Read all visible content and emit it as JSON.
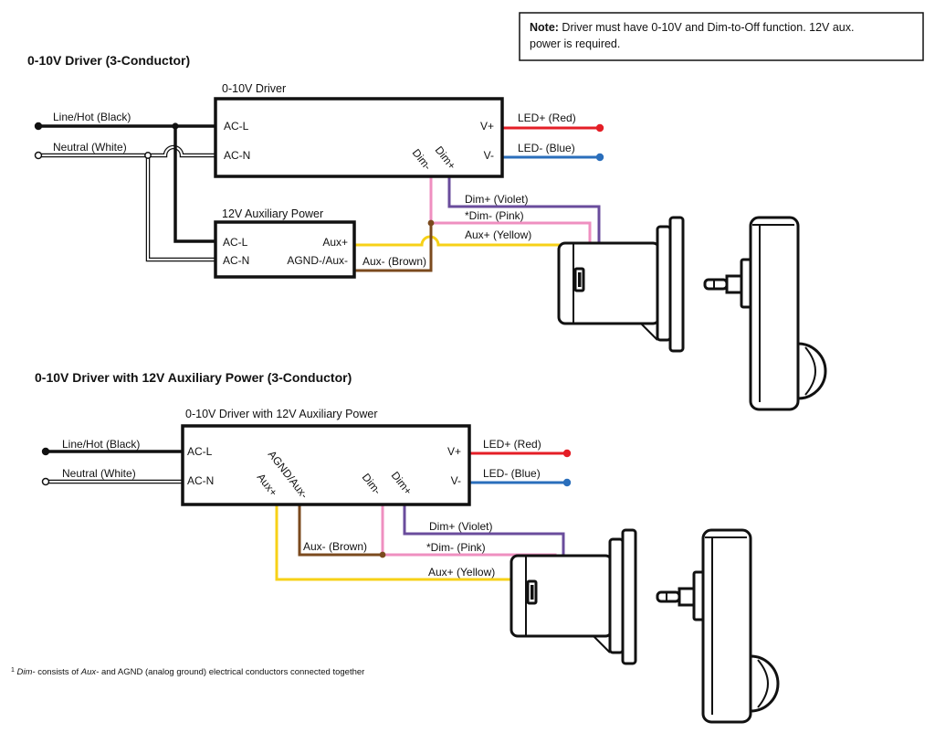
{
  "note": {
    "bold": "Note:",
    "line1": " Driver must have 0-10V and Dim-to-Off function. 12V aux.",
    "line2": "power is required."
  },
  "section1": {
    "title": "0-10V Driver (3-Conductor)",
    "driver": {
      "title": "0-10V Driver",
      "ac_l": "AC-L",
      "ac_n": "AC-N",
      "v_plus": "V+",
      "v_minus": "V-",
      "dim_minus": "Dim-",
      "dim_plus": "Dim+"
    },
    "aux": {
      "title": "12V Auxiliary Power",
      "ac_l": "AC-L",
      "ac_n": "AC-N",
      "aux_plus": "Aux+",
      "agnd_aux": "AGND-/Aux-"
    },
    "wires": {
      "line_hot": "Line/Hot (Black)",
      "neutral": "Neutral (White)",
      "led_plus": "LED+ (Red)",
      "led_minus": "LED- (Blue)",
      "dim_plus": "Dim+ (Violet)",
      "dim_minus": "*Dim- (Pink)",
      "aux_plus": "Aux+ (Yellow)",
      "aux_minus": "Aux- (Brown)"
    }
  },
  "section2": {
    "title": "0-10V Driver with 12V Auxiliary Power (3-Conductor)",
    "driver": {
      "title": "0-10V Driver with 12V Auxiliary Power",
      "ac_l": "AC-L",
      "ac_n": "AC-N",
      "v_plus": "V+",
      "v_minus": "V-",
      "agnd_aux": "AGND/Aux-",
      "aux_plus": "Aux+",
      "dim_minus": "Dim-",
      "dim_plus": "Dim+"
    },
    "wires": {
      "line_hot": "Line/Hot (Black)",
      "neutral": "Neutral (White)",
      "led_plus": "LED+ (Red)",
      "led_minus": "LED- (Blue)",
      "dim_plus": "Dim+ (Violet)",
      "dim_minus": "*Dim- (Pink)",
      "aux_plus": "Aux+ (Yellow)",
      "aux_minus": "Aux- (Brown)"
    }
  },
  "footnote": {
    "sup": "1",
    "em1": "Dim-",
    "t1": " consists of ",
    "em2": "Aux-",
    "t2": " and AGND (analog ground) electrical conductors connected together"
  },
  "colors": {
    "black": "#111111",
    "red": "#e41e26",
    "blue": "#2a6ebb",
    "violet": "#6a4c9c",
    "pink": "#ef8fc0",
    "yellow": "#f7d117",
    "brown": "#7b4a1e",
    "white_wire": "#ffffff"
  }
}
